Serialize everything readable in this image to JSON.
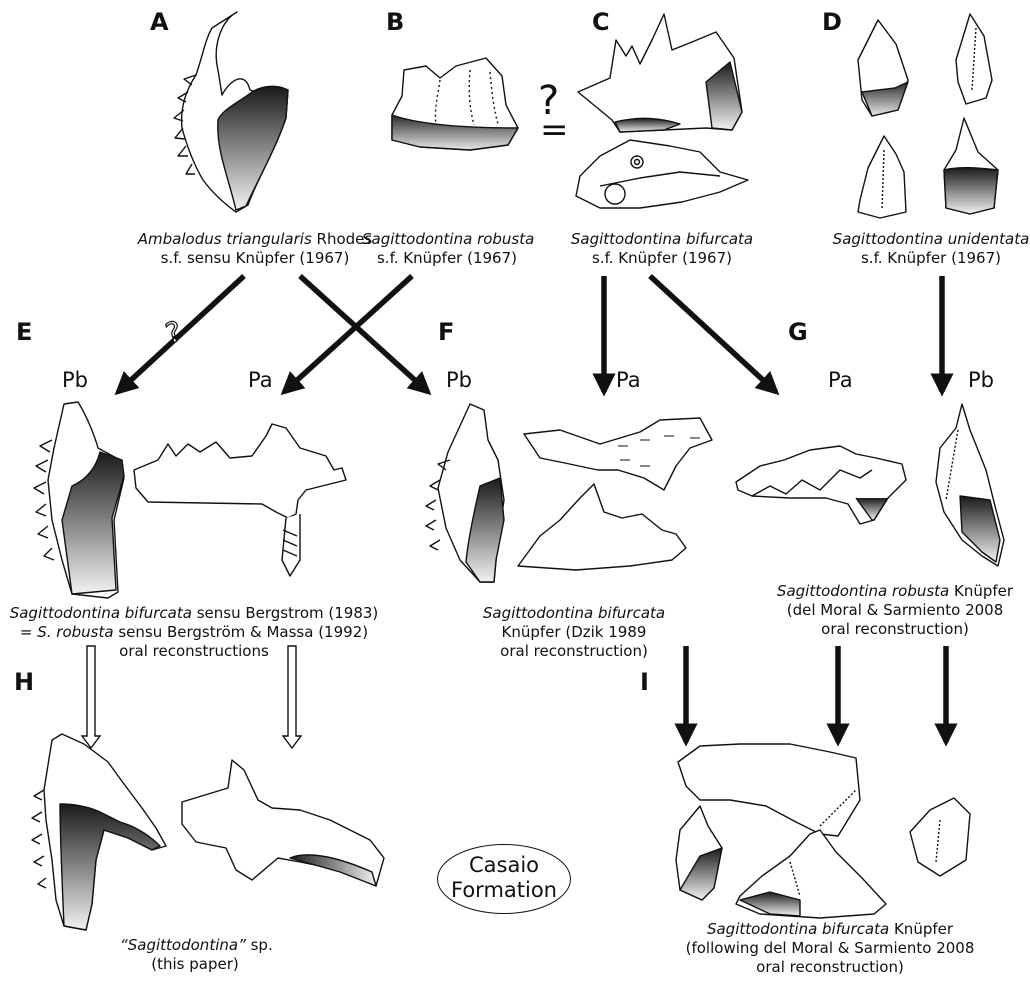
{
  "panels": {
    "A": {
      "letter": "A",
      "name": "Ambalodus triangularis",
      "rest": " Rhodes",
      "line2": "s.f. sensu Knüpfer (1967)"
    },
    "B": {
      "letter": "B",
      "name": "Sagittodontina robusta",
      "line2": "s.f. Knüpfer (1967)"
    },
    "C": {
      "letter": "C",
      "name": "Sagittodontina bifurcata",
      "line2": "s.f. Knüpfer (1967)"
    },
    "D": {
      "letter": "D",
      "name": "Sagittodontina unidentata",
      "line2": "s.f. Knüpfer (1967)"
    },
    "E": {
      "letter": "E",
      "name": "Sagittodontina bifurcata",
      "rest": " sensu Bergstrom (1983)",
      "line2a": "= ",
      "line2name": "S. robusta",
      "line2rest": " sensu Bergström & Massa (1992)",
      "line3": "oral reconstructions"
    },
    "F": {
      "letter": "F",
      "name": "Sagittodontina bifurcata",
      "line2": "Knüpfer (Dzik 1989",
      "line3": "oral reconstruction)"
    },
    "G": {
      "letter": "G",
      "name": "Sagittodontina robusta",
      "rest": " Knüpfer",
      "line2": "(del Moral & Sarmiento 2008",
      "line3": "oral reconstruction)"
    },
    "H": {
      "letter": "H",
      "name": "“Sagittodontina”",
      "rest": " sp.",
      "line2": "(this paper)"
    },
    "I": {
      "letter": "I",
      "name": "Sagittodontina bifurcata",
      "rest": " Knüpfer",
      "line2": "(following del Moral & Sarmiento 2008",
      "line3": "oral reconstruction)"
    }
  },
  "positions": {
    "pb": "Pb",
    "pa": "Pa"
  },
  "uncertain_mark": "?",
  "equals_mark": "=",
  "formation": {
    "line1": "Casaio",
    "line2": "Formation"
  }
}
